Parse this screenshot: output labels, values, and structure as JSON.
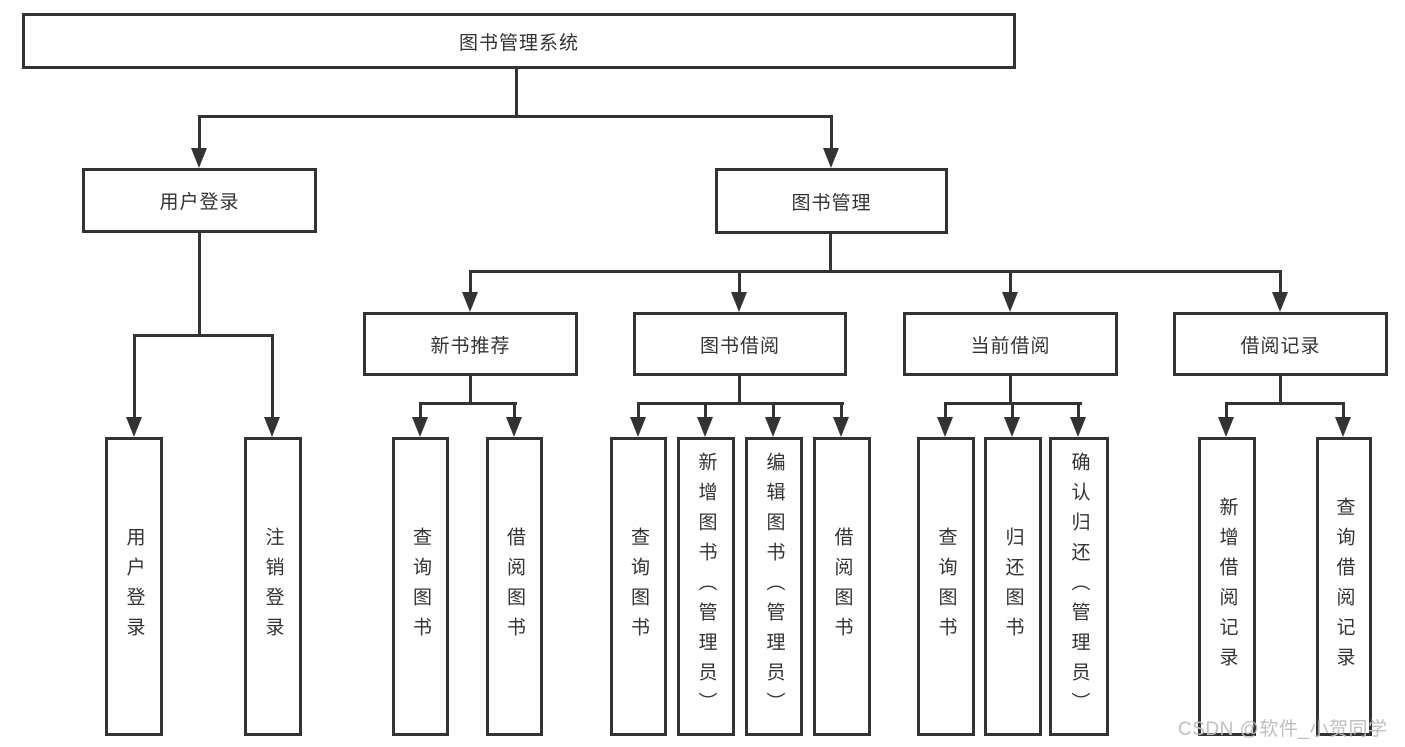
{
  "tree": {
    "root": {
      "label": "图书管理系统"
    },
    "branches": [
      {
        "label": "用户登录",
        "children": [
          {
            "label": "用户登录"
          },
          {
            "label": "注销登录"
          }
        ]
      },
      {
        "label": "图书管理",
        "children": [
          {
            "label": "新书推荐",
            "children": [
              {
                "label": "查询图书"
              },
              {
                "label": "借阅图书"
              }
            ]
          },
          {
            "label": "图书借阅",
            "children": [
              {
                "label": "查询图书"
              },
              {
                "label": "新增图书（管理员）"
              },
              {
                "label": "编辑图书（管理员）"
              },
              {
                "label": "借阅图书"
              }
            ]
          },
          {
            "label": "当前借阅",
            "children": [
              {
                "label": "查询图书"
              },
              {
                "label": "归还图书"
              },
              {
                "label": "确认归还（管理员）"
              }
            ]
          },
          {
            "label": "借阅记录",
            "children": [
              {
                "label": "新增借阅记录"
              },
              {
                "label": "查询借阅记录"
              }
            ]
          }
        ]
      }
    ]
  },
  "watermark": {
    "text": "CSDN @软件_小贺同学"
  },
  "colors": {
    "line": "#333333",
    "text": "#333333",
    "watermark": "#bfbfbf",
    "background": "#ffffff"
  }
}
